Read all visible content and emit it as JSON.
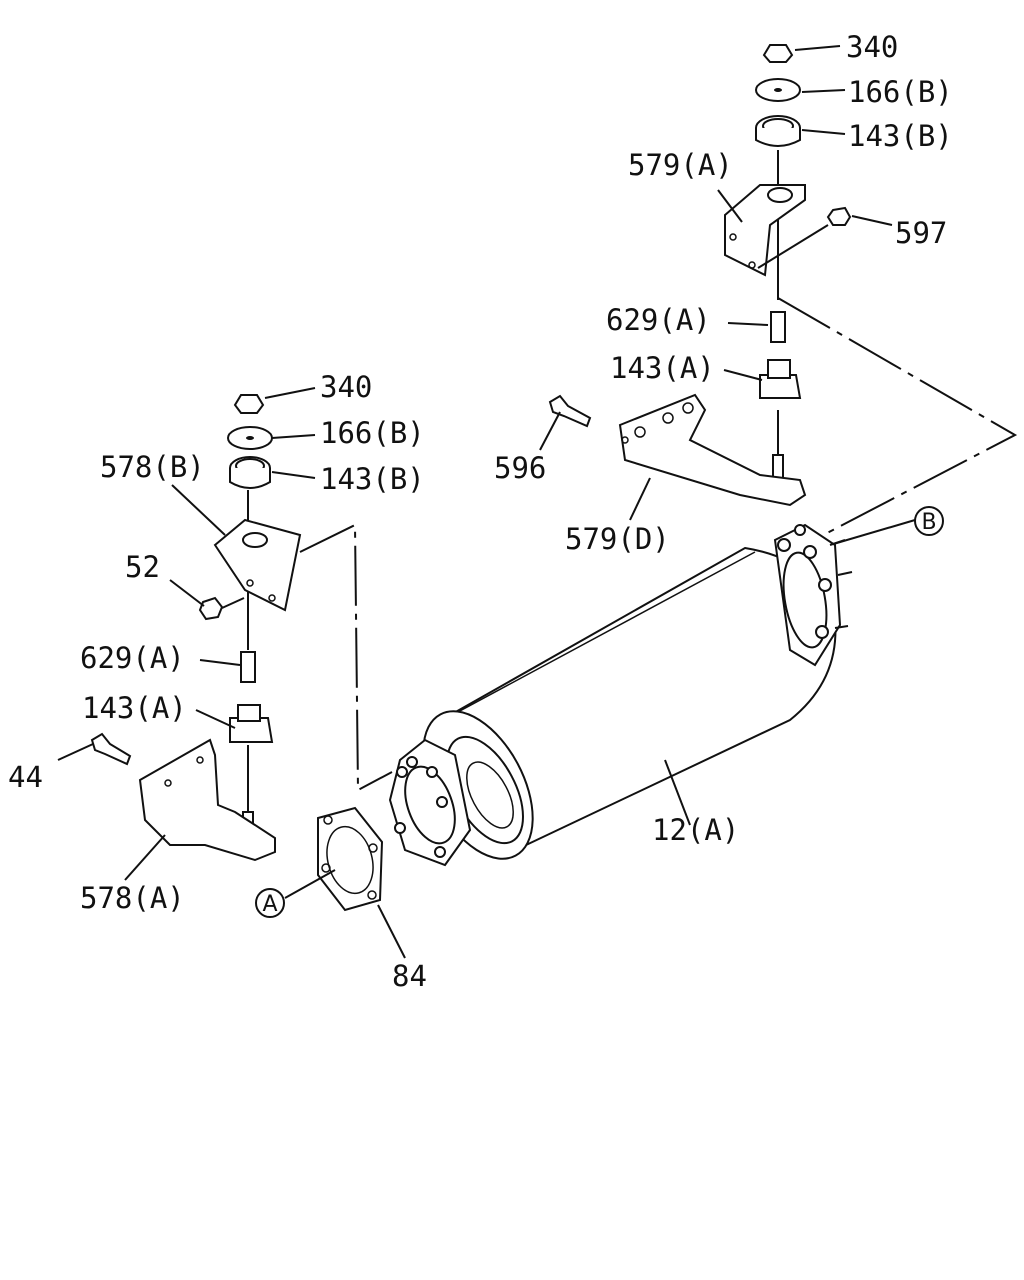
{
  "labels": {
    "l340_top": "340",
    "l166b_top": "166(B)",
    "l143b_top": "143(B)",
    "l579a": "579(A)",
    "l597": "597",
    "l629a_right": "629(A)",
    "l143a_right": "143(A)",
    "l596": "596",
    "l579d": "579(D)",
    "l340_left": "340",
    "l166b_left": "166(B)",
    "l578b": "578(B)",
    "l143b_left": "143(B)",
    "l52": "52",
    "l629a_left": "629(A)",
    "l143a_left": "143(A)",
    "l44": "44",
    "l578a": "578(A)",
    "l12a": "12(A)",
    "l84": "84",
    "ref_a": "A",
    "ref_b": "B"
  }
}
